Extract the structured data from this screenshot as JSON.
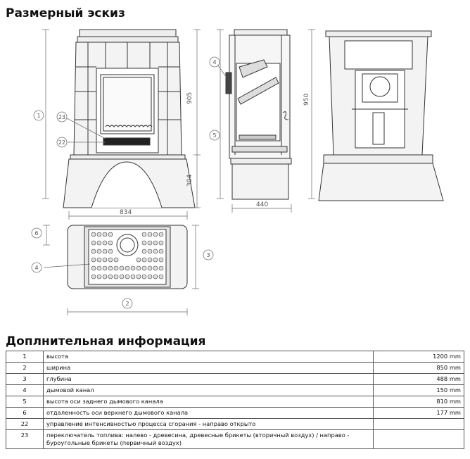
{
  "sketch_title": "Размерный эскиз",
  "info_title": "Доплнительная информация",
  "drawing": {
    "front_dims": {
      "height_top": "905",
      "height_bottom": "304",
      "width": "834"
    },
    "side_dims": {
      "depth": "440"
    },
    "back_dims": {
      "height": "950"
    },
    "callouts": {
      "c1": "1",
      "c2": "2",
      "c3": "3",
      "c4a": "4",
      "c4b": "4",
      "c5": "5",
      "c6": "6",
      "c22": "22",
      "c23": "23"
    }
  },
  "rows": [
    {
      "n": "1",
      "label": "высота",
      "value": "1200 mm"
    },
    {
      "n": "2",
      "label": "ширина",
      "value": "850 mm"
    },
    {
      "n": "3",
      "label": "глубина",
      "value": "488 mm"
    },
    {
      "n": "4",
      "label": "дымовой канал",
      "value": "150 mm"
    },
    {
      "n": "5",
      "label": "высота оси заднего дымового канала",
      "value": "810 mm"
    },
    {
      "n": "6",
      "label": "отдаленность оси верхнего дымового канала",
      "value": "177 mm"
    },
    {
      "n": "22",
      "label": "управление интенсивностью процесса сгорания - направо открыто",
      "value": ""
    },
    {
      "n": "23",
      "label": "переключатель топлива: налево - древесина, древесные брикеты (вторичный воздух) / направо - буроугольные брикеты (первичный воздух)",
      "value": ""
    }
  ]
}
